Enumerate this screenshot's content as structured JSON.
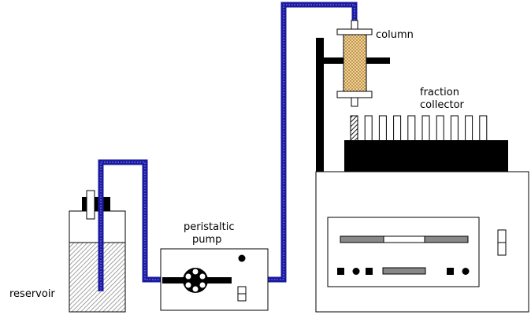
{
  "labels": {
    "column": "column",
    "fraction_collector_line1": "fraction",
    "fraction_collector_line2": "collector",
    "peristaltic_pump_line1": "peristaltic",
    "peristaltic_pump_line2": "pump",
    "reservoir": "reservoir"
  },
  "colors": {
    "tubing": "#1a1aa0",
    "column_packing": "#c8963c",
    "stripe_bar": "#888888",
    "solid": "#000000",
    "liquid_hatch": "#8a8a8a"
  },
  "fraction_tubes": 10,
  "icons": [
    "pump-rotor-icon",
    "switch-icon",
    "indicator-dot-icon"
  ]
}
